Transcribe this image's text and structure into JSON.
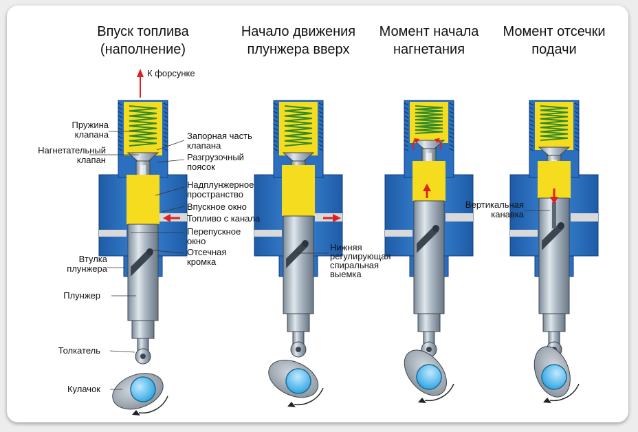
{
  "stages": [
    {
      "title_line1": "Впуск топлива",
      "title_line2": "(наполнение)"
    },
    {
      "title_line1": "Начало движения",
      "title_line2": "плунжера вверх"
    },
    {
      "title_line1": "Момент начала",
      "title_line2": "нагнетания"
    },
    {
      "title_line1": "Момент отсечки",
      "title_line2": "подачи"
    }
  ],
  "labels": {
    "to_injector": "К форсунке",
    "spring_1": "Пружина",
    "spring_2": "клапана",
    "delivery_valve_1": "Нагнетательный",
    "delivery_valve_2": "клапан",
    "locking_part_1": "Запорная часть",
    "locking_part_2": "клапана",
    "unloading_belt_1": "Разгрузочный",
    "unloading_belt_2": "поясок",
    "above_plunger_1": "Надплунжерное",
    "above_plunger_2": "пространство",
    "intake_port": "Впускное окно",
    "fuel_from_channel": "Топливо с канала",
    "bypass_port_1": "Перепускное",
    "bypass_port_2": "окно",
    "cutoff_edge_1": "Отсечная",
    "cutoff_edge_2": "кромка",
    "sleeve_1": "Втулка",
    "sleeve_2": "плунжера",
    "plunger": "Плунжер",
    "pusher": "Толкатель",
    "cam": "Кулачок",
    "lower_groove_1": "Нижняя",
    "lower_groove_2": "регулирующая",
    "lower_groove_3": "спиральная",
    "lower_groove_4": "выемка",
    "vertical_groove_1": "Вертикальная",
    "vertical_groove_2": "канавка"
  },
  "colors": {
    "housing_blue": "#2a6fc0",
    "fuel_yellow": "#f6dc1e",
    "spring_green": "#2f8a2a",
    "metal": "#9aa7b4",
    "cam_center": "#4fb8ec",
    "arrow_red": "#e02020"
  }
}
